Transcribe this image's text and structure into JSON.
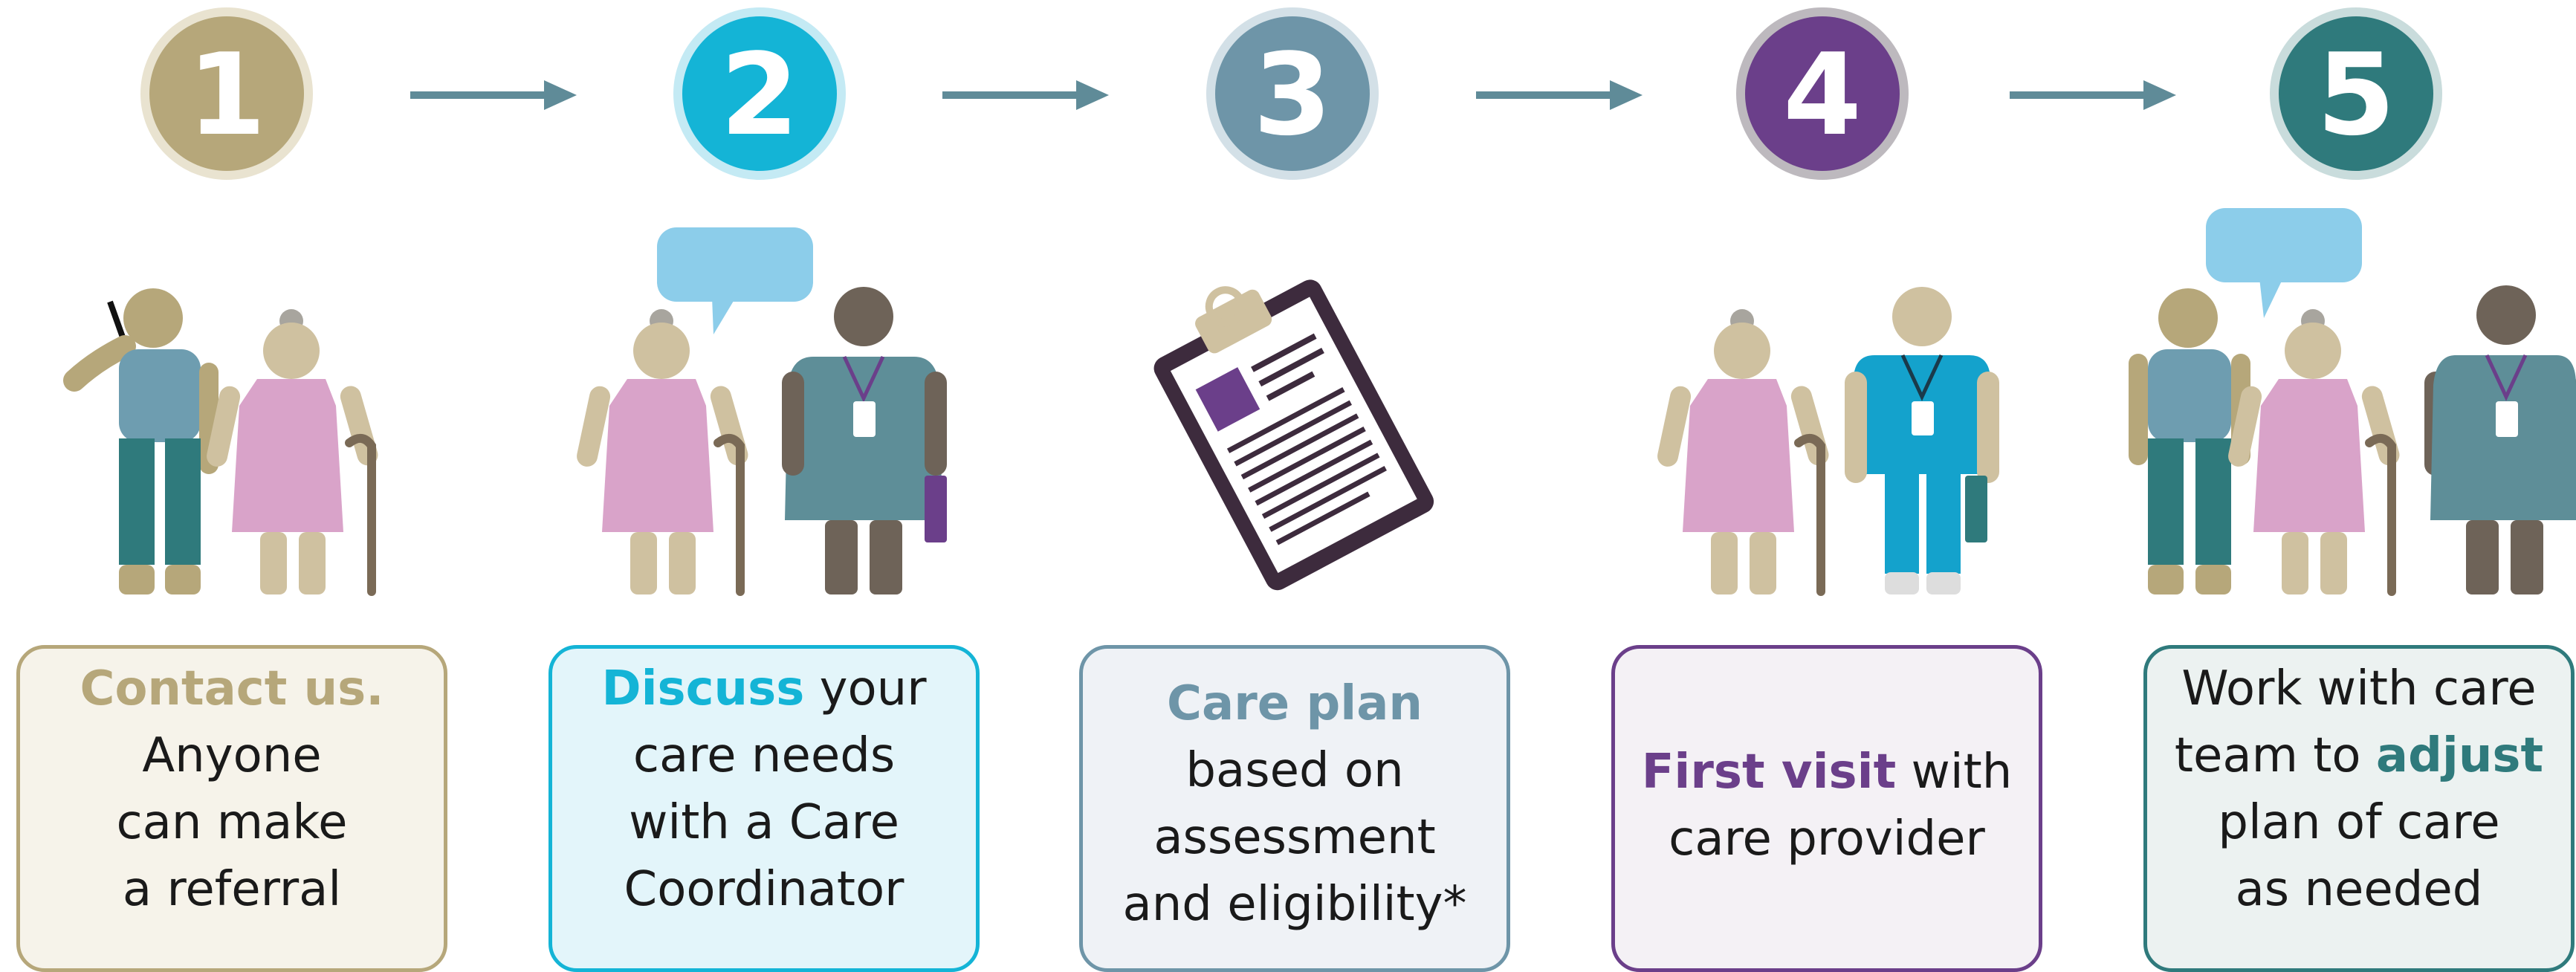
{
  "steps": [
    {
      "number": "1",
      "color": "#B6A77A",
      "highlight": "Contact us.",
      "line1_rest": "",
      "text_lines": [
        "Anyone",
        "can make",
        "a referral"
      ],
      "icon": "caller-and-elder-icon"
    },
    {
      "number": "2",
      "color": "#14B4D6",
      "highlight": "Discuss",
      "line1_rest": " your",
      "text_lines": [
        "care needs",
        "with a Care",
        "Coordinator"
      ],
      "icon": "discussion-with-coordinator-icon"
    },
    {
      "number": "3",
      "color": "#6E95A8",
      "highlight": "Care plan",
      "line1_rest": "",
      "text_lines": [
        "based on",
        "assessment",
        "and eligibility*"
      ],
      "icon": "clipboard-icon"
    },
    {
      "number": "4",
      "color": "#6B3F8A",
      "highlight": "First visit",
      "line1_rest": " with",
      "text_lines": [
        "care provider"
      ],
      "icon": "elder-with-provider-icon"
    },
    {
      "number": "5",
      "color": "#2F7A7C",
      "pre_highlight": "team to ",
      "line0": "Work with care",
      "highlight": "adjust",
      "text_lines": [
        "plan of care",
        "as needed"
      ],
      "icon": "care-team-group-icon"
    }
  ],
  "colors": {
    "arrow": "#5F8B98",
    "skin": "#CFC1A0",
    "skin_dark": "#6E6358",
    "elder_dress": "#D9A3C9",
    "hair_grey": "#A8A59E",
    "cane": "#7A6A56",
    "teal_shirt": "#6E9DB0",
    "teal_pants": "#2F7A7C",
    "coordinator_top": "#5E8E98",
    "coordinator_legs": "#6E6358",
    "purple": "#6B3F8A",
    "scrubs": "#14A2CC",
    "bubble": "#8CCDEA",
    "clipboard": "#3D2B3D"
  }
}
